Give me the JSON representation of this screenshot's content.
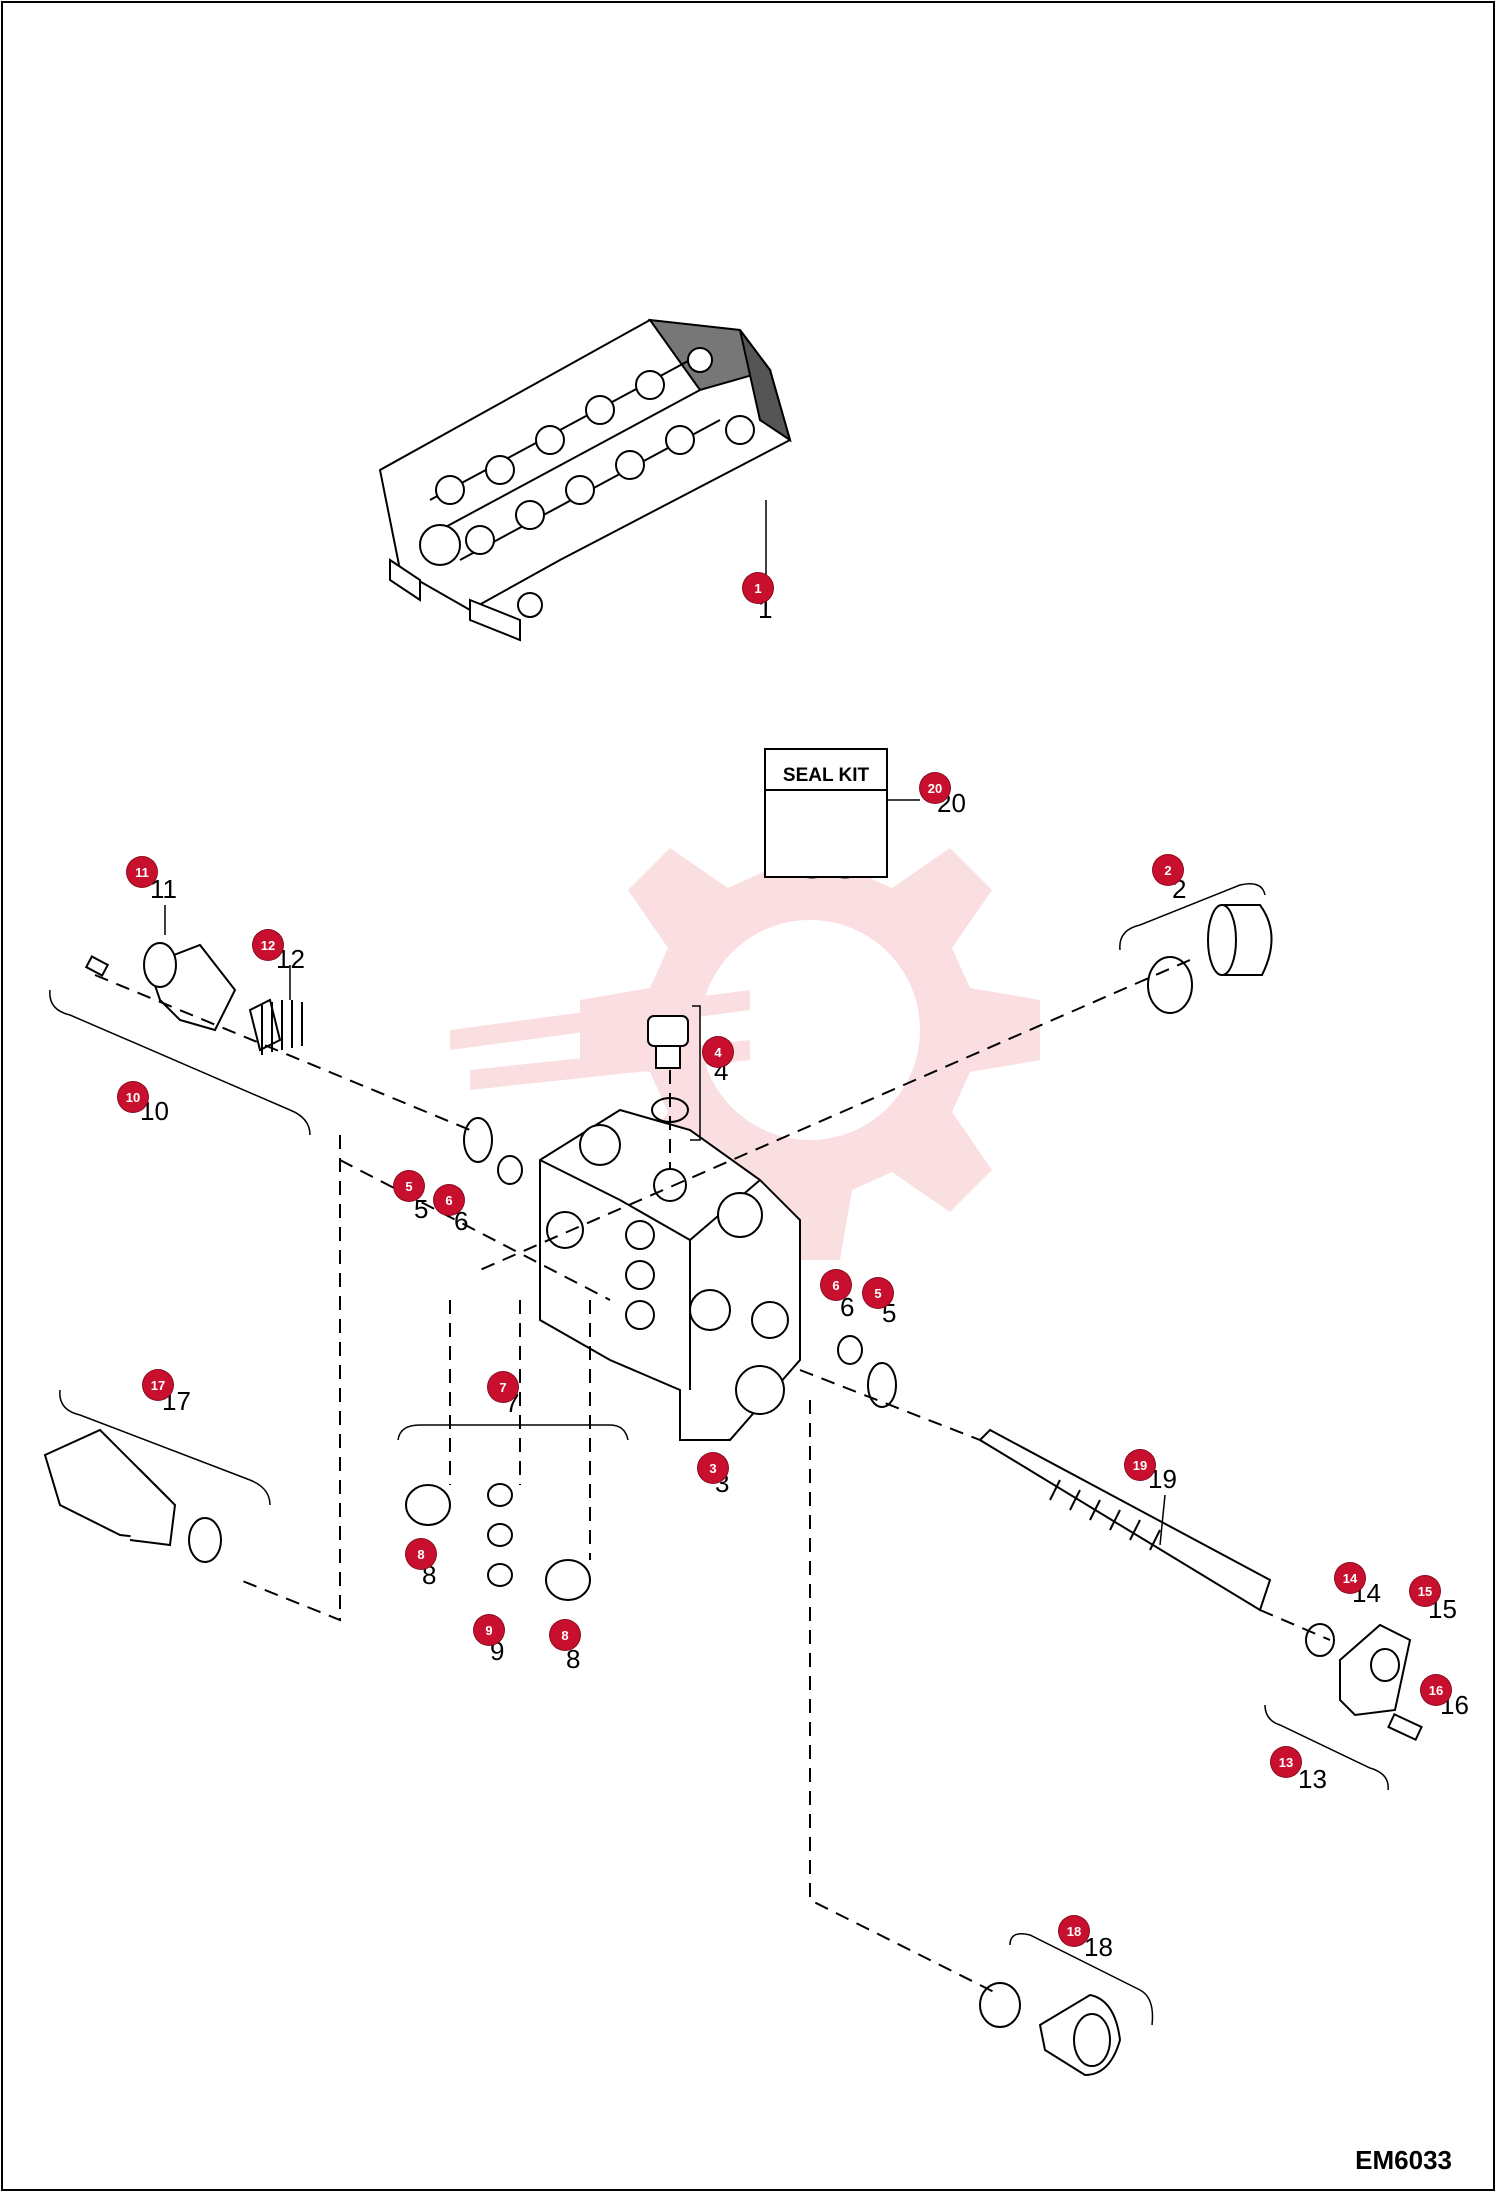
{
  "diagram": {
    "drawing_code": "EM6033",
    "seal_kit_label": "SEAL KIT",
    "callouts": [
      {
        "id": "c1",
        "text": "1"
      },
      {
        "id": "c20",
        "text": "20"
      },
      {
        "id": "c11",
        "text": "11"
      },
      {
        "id": "c12",
        "text": "12"
      },
      {
        "id": "c2",
        "text": "2"
      },
      {
        "id": "c10",
        "text": "10"
      },
      {
        "id": "c4",
        "text": "4"
      },
      {
        "id": "c5a",
        "text": "5"
      },
      {
        "id": "c6a",
        "text": "6"
      },
      {
        "id": "c6b",
        "text": "6"
      },
      {
        "id": "c5b",
        "text": "5"
      },
      {
        "id": "c17",
        "text": "17"
      },
      {
        "id": "c7",
        "text": "7"
      },
      {
        "id": "c3",
        "text": "3"
      },
      {
        "id": "c19",
        "text": "19"
      },
      {
        "id": "c8a",
        "text": "8"
      },
      {
        "id": "c9",
        "text": "9"
      },
      {
        "id": "c8b",
        "text": "8"
      },
      {
        "id": "c14",
        "text": "14"
      },
      {
        "id": "c15",
        "text": "15"
      },
      {
        "id": "c16",
        "text": "16"
      },
      {
        "id": "c13",
        "text": "13"
      },
      {
        "id": "c18",
        "text": "18"
      }
    ],
    "part_labels": [
      {
        "id": "l1",
        "text": "1"
      },
      {
        "id": "l20",
        "text": "20"
      },
      {
        "id": "l11",
        "text": "11"
      },
      {
        "id": "l12",
        "text": "12"
      },
      {
        "id": "l2",
        "text": "2"
      },
      {
        "id": "l10",
        "text": "10"
      },
      {
        "id": "l4",
        "text": "4"
      },
      {
        "id": "l5a",
        "text": "5"
      },
      {
        "id": "l6a",
        "text": "6"
      },
      {
        "id": "l6b",
        "text": "6"
      },
      {
        "id": "l5b",
        "text": "5"
      },
      {
        "id": "l17",
        "text": "17"
      },
      {
        "id": "l7",
        "text": "7"
      },
      {
        "id": "l3",
        "text": "3"
      },
      {
        "id": "l19",
        "text": "19"
      },
      {
        "id": "l8a",
        "text": "8"
      },
      {
        "id": "l9",
        "text": "9"
      },
      {
        "id": "l8b",
        "text": "8"
      },
      {
        "id": "l14",
        "text": "14"
      },
      {
        "id": "l15",
        "text": "15"
      },
      {
        "id": "l16",
        "text": "16"
      },
      {
        "id": "l13",
        "text": "13"
      },
      {
        "id": "l18",
        "text": "18"
      }
    ],
    "colors": {
      "callout": "#c8102e",
      "watermark": "#f2a2aa",
      "line": "#000000"
    }
  }
}
